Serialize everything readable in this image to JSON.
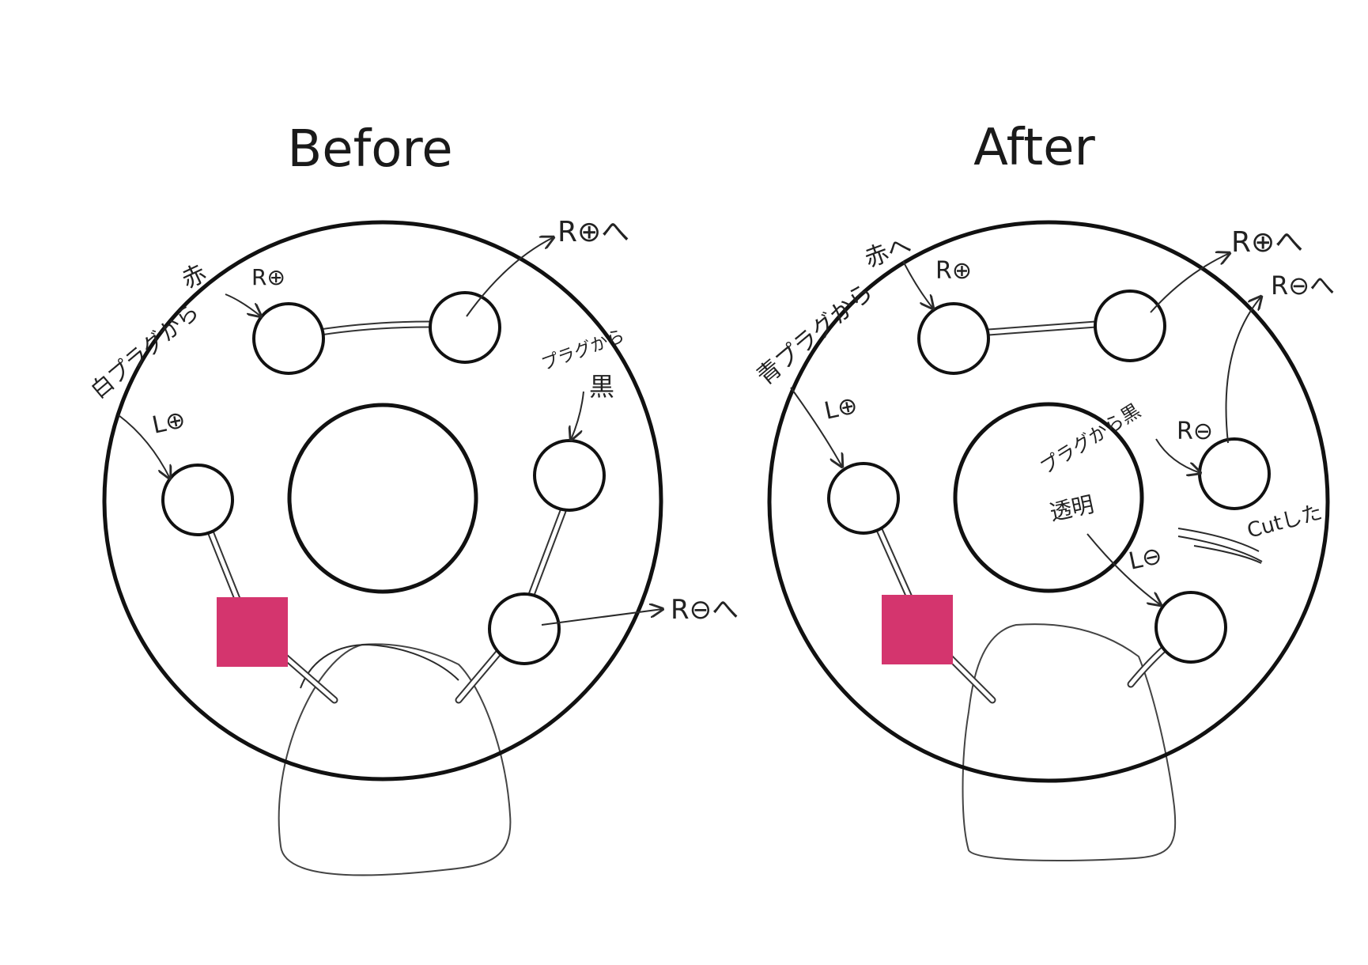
{
  "colors": {
    "ink": "#111111",
    "resistor_pad": "#d4356e",
    "background": "#ffffff"
  },
  "before": {
    "title": "Before",
    "labels": {
      "white_from_plug": "白プラグから",
      "red": "赤",
      "r_plus": "R⊕",
      "r_plus_to": "R⊕へ",
      "l_plus": "L⊕",
      "black_from_plug": "プラグから",
      "black": "黒",
      "r_minus_to": "R⊖へ"
    }
  },
  "after": {
    "title": "After",
    "labels": {
      "blue_from_plug": "青プラグから",
      "red": "赤へ",
      "r_plus": "R⊕",
      "r_plus_to": "R⊕へ",
      "r_minus_to": "R⊖へ",
      "l_plus": "L⊕",
      "black_from_plug": "プラグから黒",
      "r_minus": "R⊖",
      "clear": "透明",
      "l_minus": "L⊖",
      "cut": "Cutした"
    }
  }
}
